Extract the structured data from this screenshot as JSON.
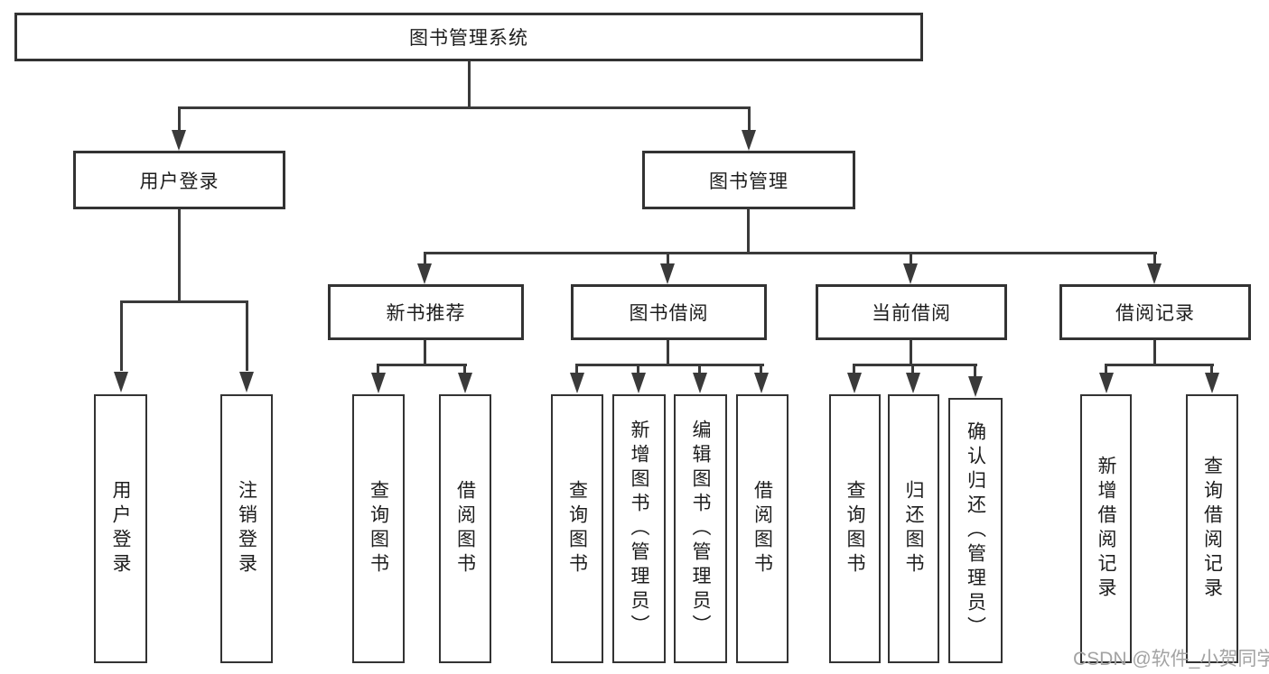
{
  "colors": {
    "background": "#ffffff",
    "box_border": "#333333",
    "connector_line": "#3a3a3a",
    "text": "#1d1d1d",
    "watermark": "#a3a3a3"
  },
  "watermark": {
    "text": "CSDN @软件_小贺同学"
  },
  "tree": {
    "root": {
      "label": "图书管理系统"
    },
    "level2": [
      {
        "label": "用户登录",
        "parent": "图书管理系统"
      },
      {
        "label": "图书管理",
        "parent": "图书管理系统"
      }
    ],
    "level3": [
      {
        "label": "新书推荐",
        "parent": "图书管理"
      },
      {
        "label": "图书借阅",
        "parent": "图书管理"
      },
      {
        "label": "当前借阅",
        "parent": "图书管理"
      },
      {
        "label": "借阅记录",
        "parent": "图书管理"
      }
    ],
    "leaves": [
      {
        "label": "用户登录",
        "parent": "用户登录"
      },
      {
        "label": "注销登录",
        "parent": "用户登录"
      },
      {
        "label": "查询图书",
        "parent": "新书推荐"
      },
      {
        "label": "借阅图书",
        "parent": "新书推荐"
      },
      {
        "label": "查询图书",
        "parent": "图书借阅"
      },
      {
        "label": "新增图书（管理员）",
        "parent": "图书借阅"
      },
      {
        "label": "编辑图书（管理员）",
        "parent": "图书借阅"
      },
      {
        "label": "借阅图书",
        "parent": "图书借阅"
      },
      {
        "label": "查询图书",
        "parent": "当前借阅"
      },
      {
        "label": "归还图书",
        "parent": "当前借阅"
      },
      {
        "label": "确认归还（管理员）",
        "parent": "当前借阅"
      },
      {
        "label": "新增借阅记录",
        "parent": "借阅记录"
      },
      {
        "label": "查询借阅记录",
        "parent": "借阅记录"
      }
    ]
  }
}
